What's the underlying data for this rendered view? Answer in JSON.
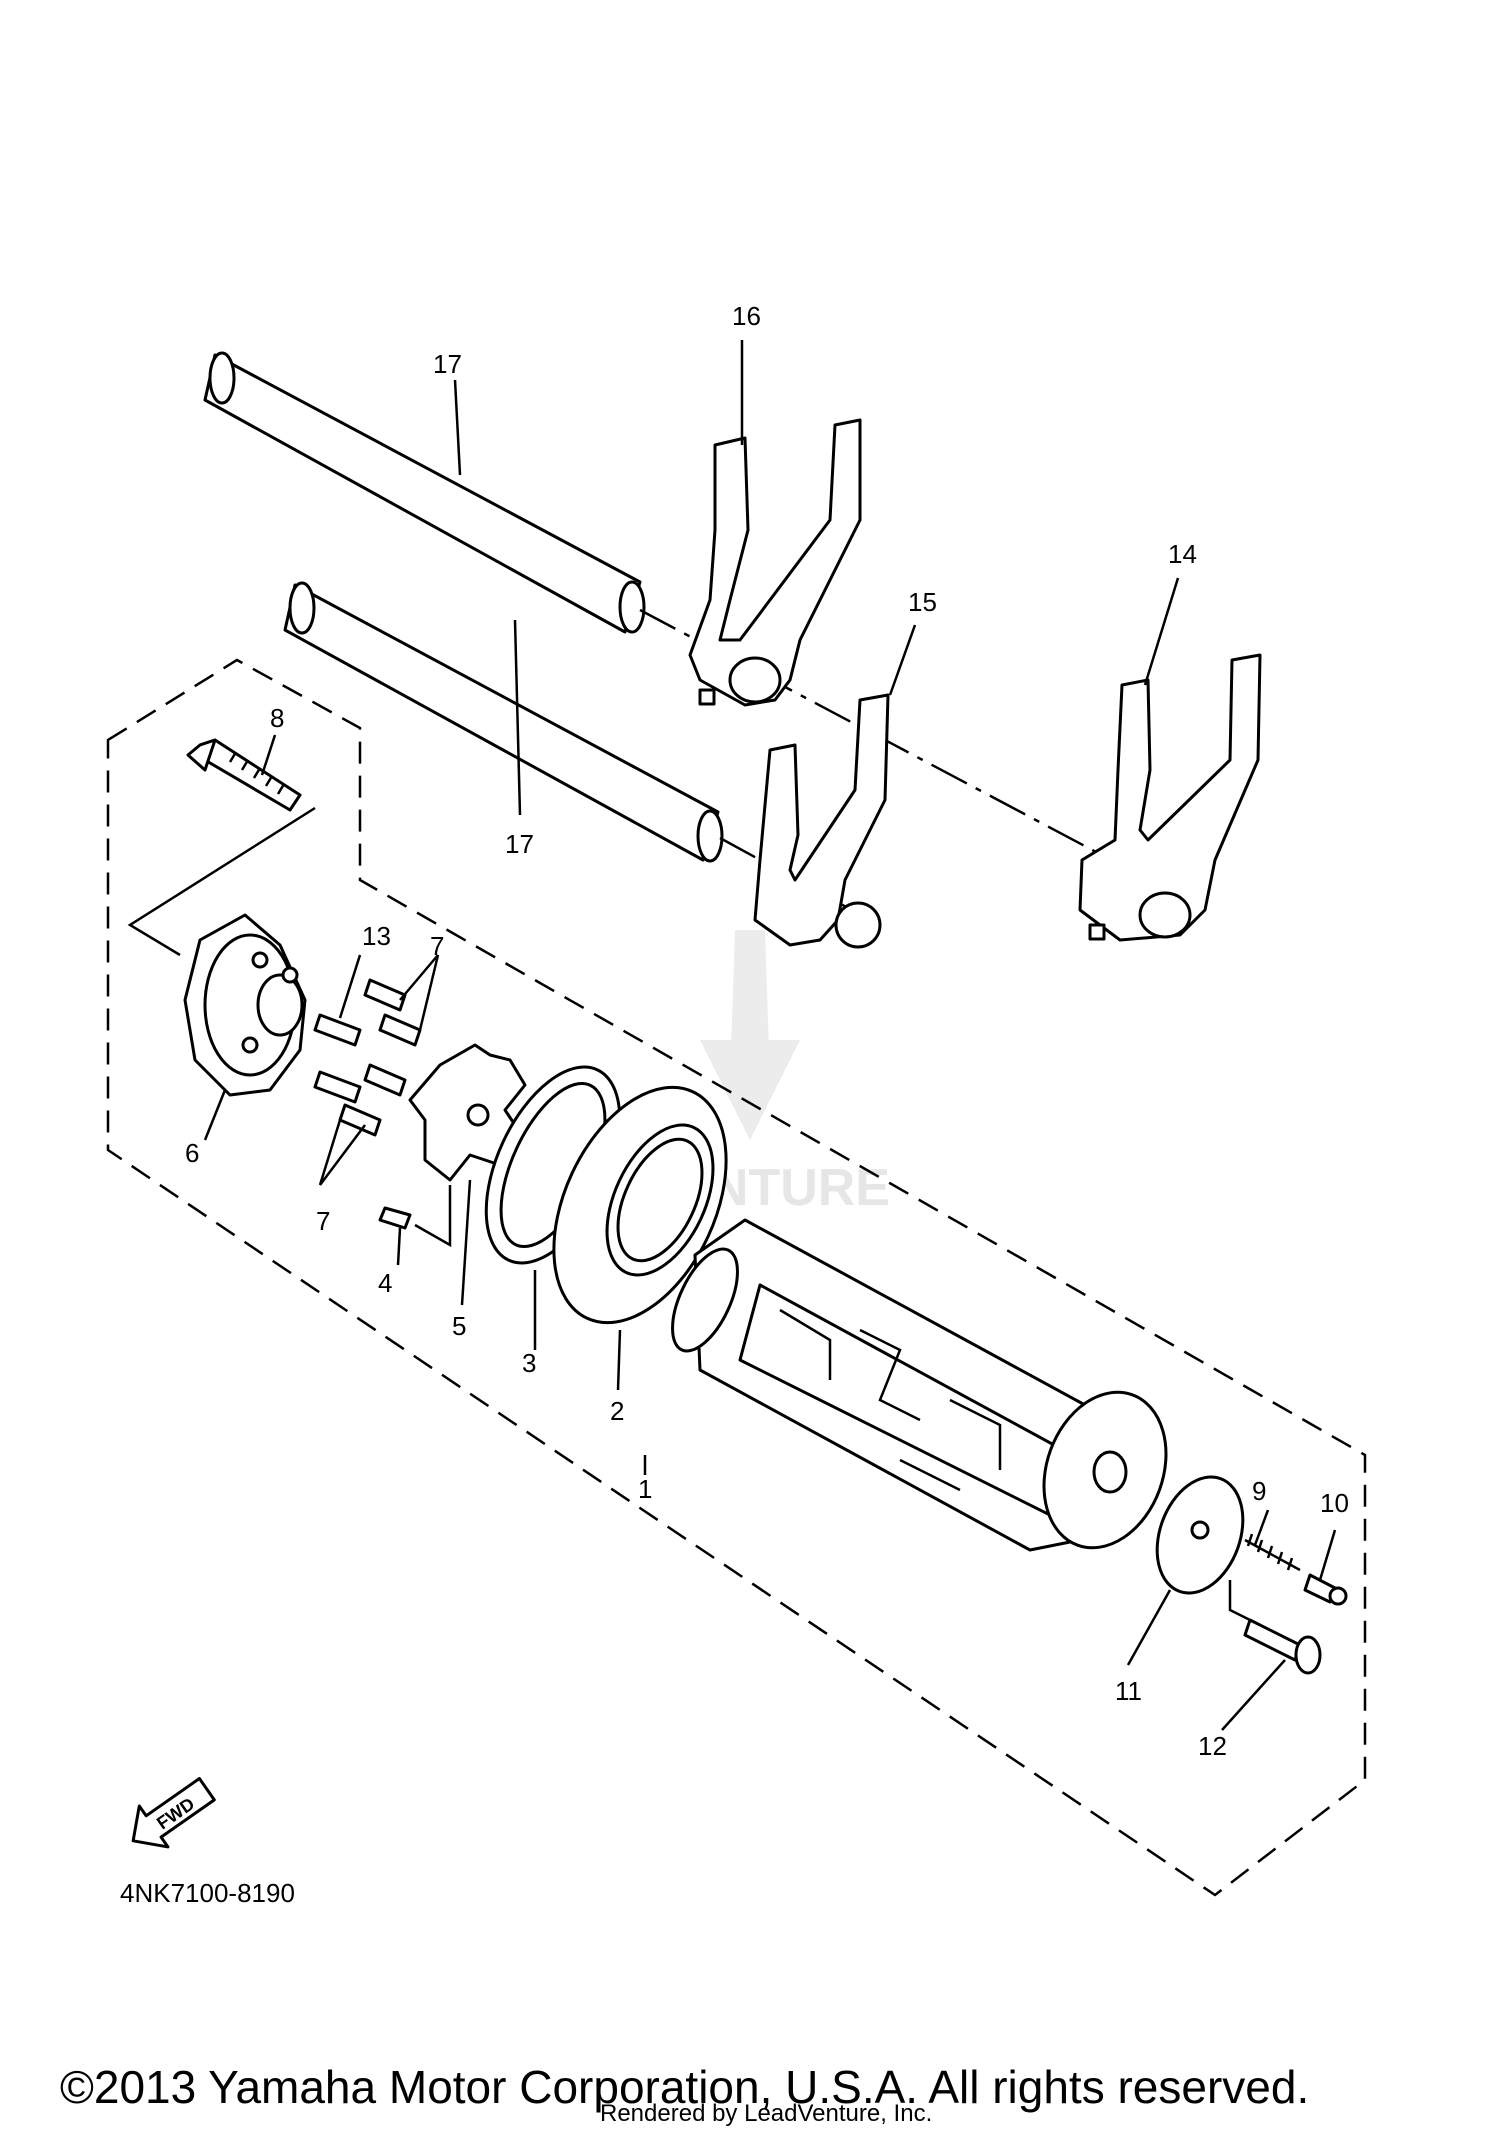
{
  "diagram": {
    "callouts": [
      "16",
      "17",
      "15",
      "14",
      "8",
      "17",
      "13",
      "7",
      "6",
      "7",
      "4",
      "5",
      "3",
      "2",
      "1",
      "9",
      "10",
      "11",
      "12"
    ],
    "fwd_arrow_label": "FWD",
    "diagram_code": "4NK7100-8190",
    "watermark": "LEADVENTURE"
  },
  "footer": {
    "copyright": "©2013 Yamaha Motor Corporation, U.S.A. All rights reserved.",
    "rendered_by": "Rendered by LeadVenture, Inc."
  }
}
